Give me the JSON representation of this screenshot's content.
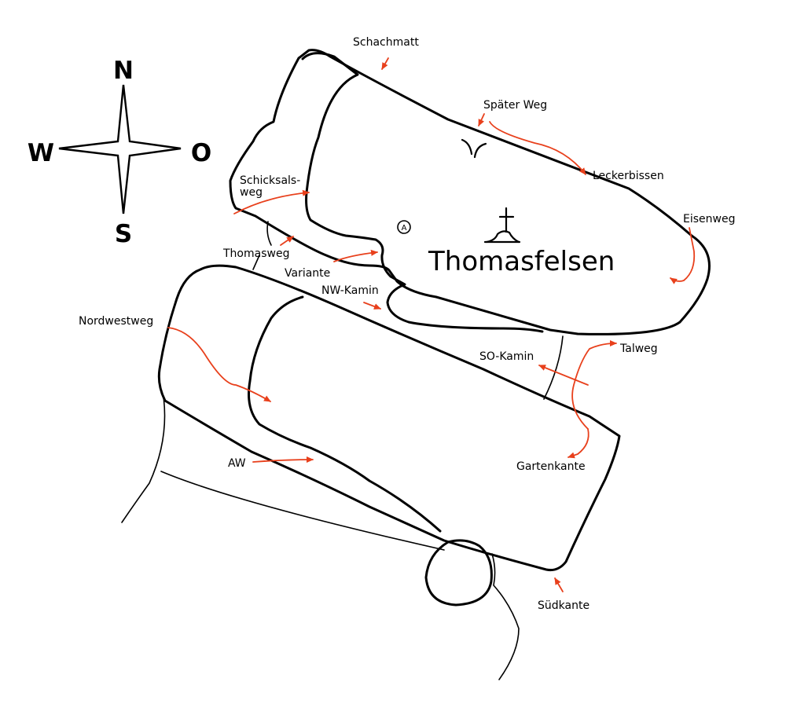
{
  "title": "Thomasfelsen",
  "compass": {
    "north": "N",
    "south": "S",
    "west": "W",
    "east": "O"
  },
  "symbols": {
    "anchor": "A"
  },
  "routes": [
    {
      "id": "schachmatt",
      "label": "Schachmatt"
    },
    {
      "id": "spaeter-weg",
      "label": "Später Weg"
    },
    {
      "id": "leckerbissen",
      "label": "Leckerbissen"
    },
    {
      "id": "eisenweg",
      "label": "Eisenweg"
    },
    {
      "id": "schicksalsweg",
      "label_line1": "Schicksals-",
      "label_line2": "weg"
    },
    {
      "id": "thomasweg",
      "label": "Thomasweg"
    },
    {
      "id": "variante",
      "label": "Variante"
    },
    {
      "id": "nw-kamin",
      "label": "NW-Kamin"
    },
    {
      "id": "nordwestweg",
      "label": "Nordwestweg"
    },
    {
      "id": "so-kamin",
      "label": "SO-Kamin"
    },
    {
      "id": "talweg",
      "label": "Talweg"
    },
    {
      "id": "aw",
      "label": "AW"
    },
    {
      "id": "gartenkante",
      "label": "Gartenkante"
    },
    {
      "id": "suedkante",
      "label": "Südkante"
    }
  ],
  "colors": {
    "route_arrow": "#e8401c",
    "outline": "#000000",
    "background": "#ffffff"
  },
  "icons": [
    "compass-rose-icon",
    "summit-cross-icon",
    "anchor-circle-icon",
    "route-arrow-icon"
  ]
}
